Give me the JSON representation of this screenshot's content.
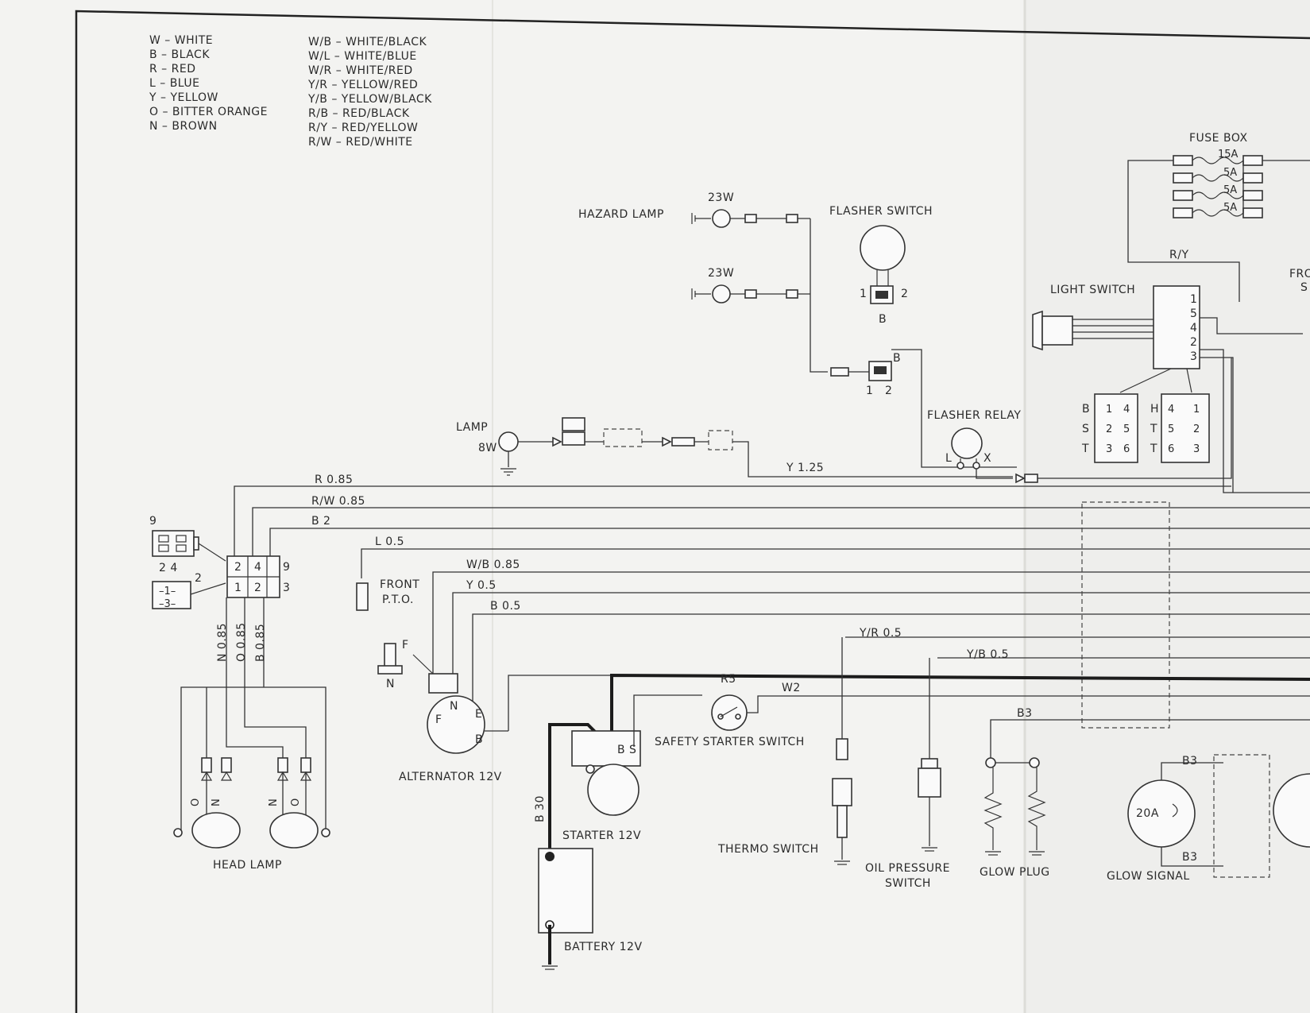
{
  "legend": {
    "left": [
      "W – WHITE",
      "B – BLACK",
      "R – RED",
      "L – BLUE",
      "Y – YELLOW",
      "O – BITTER ORANGE",
      "N – BROWN"
    ],
    "right": [
      "W/B – WHITE/BLACK",
      "W/L – WHITE/BLUE",
      "W/R – WHITE/RED",
      "Y/R – YELLOW/RED",
      "Y/B – YELLOW/BLACK",
      "R/B – RED/BLACK",
      "R/Y – RED/YELLOW",
      "R/W – RED/WHITE"
    ]
  },
  "components": {
    "hazard_lamp": "HAZARD LAMP",
    "hazard_w1": "23W",
    "hazard_w2": "23W",
    "flasher_switch": "FLASHER SWITCH",
    "fuse_box": "FUSE BOX",
    "fuses": [
      "15A",
      "5A",
      "5A",
      "5A"
    ],
    "light_switch": "LIGHT SWITCH",
    "flasher_relay": "FLASHER RELAY",
    "relay_l": "L",
    "relay_x": "X",
    "lamp": "LAMP",
    "lamp_w": "8W",
    "front_pto": "FRONT",
    "front_pto2": "P.T.O.",
    "pto_f": "F",
    "pto_n": "N",
    "alternator": "ALTERNATOR 12V",
    "starter": "STARTER 12V",
    "safety_starter": "SAFETY STARTER SWITCH",
    "thermo": "THERMO SWITCH",
    "oil_pressure": "OIL PRESSURE",
    "oil_pressure2": "SWITCH",
    "glow_plug": "GLOW PLUG",
    "glow_signal": "GLOW SIGNAL",
    "glow_signal_amp": "20A",
    "battery": "BATTERY 12V",
    "head_lamp": "HEAD LAMP",
    "edge_fro": "FRO",
    "edge_s": "S"
  },
  "wires": {
    "r085": "R 0.85",
    "rw085": "R/W 0.85",
    "b2": "B 2",
    "l05": "L 0.5",
    "wb085": "W/B 0.85",
    "y05": "Y 0.5",
    "b05": "B 0.5",
    "y125": "Y 1.25",
    "yr05": "Y/R 0.5",
    "yb05": "Y/B 0.5",
    "r5": "R5",
    "w2": "W2",
    "b3a": "B3",
    "b3b": "B3",
    "b3c": "B3",
    "ry": "R/Y",
    "n085": "N 0.85",
    "o085": "O 0.85",
    "b085": "B 0.85",
    "b30": "B 30"
  },
  "connector_labels": {
    "fs_pin1": "1",
    "fs_pin2": "2",
    "fs_pinb": "B",
    "fr_pin1": "1",
    "fr_pin2": "2",
    "fr_pinb": "B",
    "ls_pins": [
      "1",
      "5",
      "4",
      "2",
      "3"
    ],
    "ls_grid_left": [
      "B",
      "S",
      "T"
    ],
    "ls_grid_left_pins": [
      "1",
      "4",
      "2",
      "5",
      "3",
      "6"
    ],
    "ls_grid_right": [
      "H",
      "T",
      "T"
    ],
    "ls_grid_right_pins": [
      "4",
      "1",
      "5",
      "2",
      "6",
      "3"
    ],
    "conn9": "9",
    "conn24": "2  4",
    "conn2": "2",
    "conn_m1": "–1–",
    "conn_m3": "–3–",
    "jb_top": [
      "2",
      "4",
      "9"
    ],
    "jb_bot": [
      "1",
      "2",
      "3"
    ],
    "alt_f": "F",
    "alt_n": "N",
    "alt_e": "E",
    "alt_b": "B",
    "st_b": "B",
    "st_s": "S",
    "hl_o1": "O",
    "hl_n1": "N",
    "hl_n2": "N",
    "hl_o2": "O"
  }
}
